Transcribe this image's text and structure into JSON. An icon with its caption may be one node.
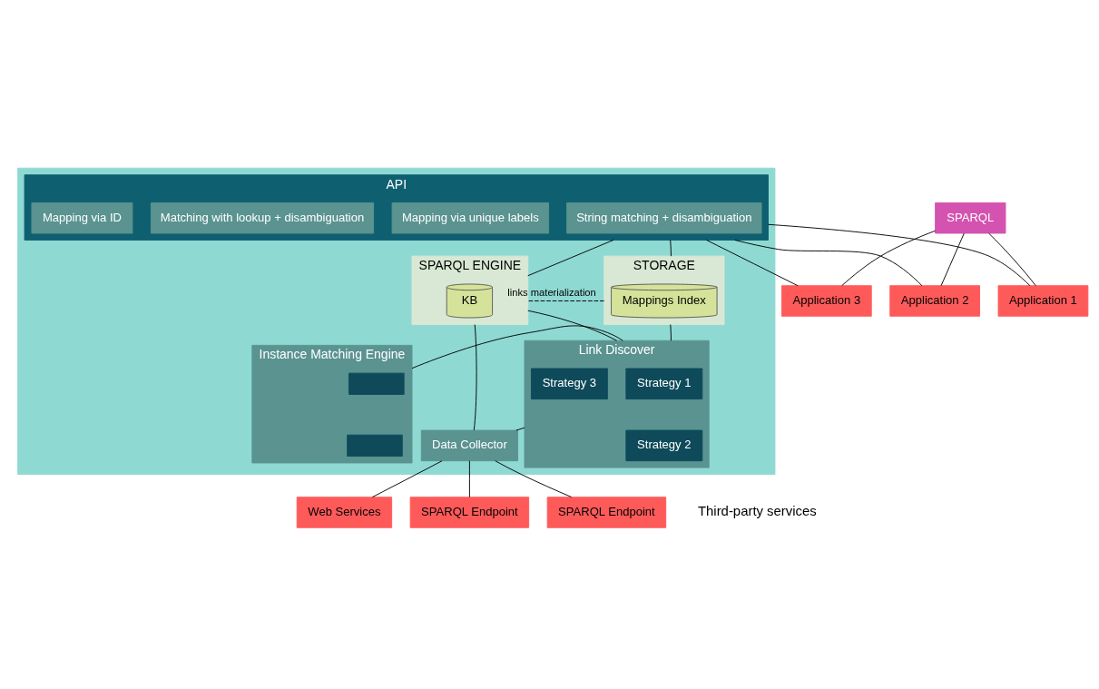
{
  "diagram": {
    "nodes": [
      {
        "text": [],
        "shape": "box"
      },
      {
        "text": [
          "API"
        ],
        "in": 0
      },
      {
        "text": [
          "String matching + disambiguation"
        ],
        "in": 1
      },
      {
        "text": [
          "Mapping via unique labels"
        ],
        "in": 1
      },
      {
        "text": [
          "Matching with lookup + disambiguation"
        ],
        "in": 1
      },
      {
        "text": [
          "Mapping via ID"
        ],
        "in": 1
      },
      {
        "text": [
          "STORAGE"
        ],
        "in": 0
      },
      {
        "text": [
          "Mappings Index"
        ],
        "in": 6
      },
      {
        "text": [
          "SPARQL ENGINE"
        ],
        "in": 0
      },
      {
        "text": [
          "KB"
        ],
        "in": 8
      },
      {
        "text": [
          "SPARQL"
        ]
      },
      {
        "text": [
          "Instance Matching Engine"
        ],
        "in": 0
      },
      {
        "text": [],
        "shape": "box",
        "in": 11
      },
      {
        "text": [],
        "shape": "box",
        "in": 11
      },
      {
        "text": [
          "Link Discover"
        ],
        "in": 0
      },
      {
        "text": [
          "Strategy 1"
        ],
        "in": 14
      },
      {
        "text": [
          "Strategy 3"
        ],
        "in": 14
      },
      {
        "text": [
          "Strategy 2"
        ],
        "in": 14
      },
      {
        "text": [
          "Data Collector"
        ],
        "in": 0
      },
      {
        "text": [
          "Application 1"
        ]
      },
      {
        "text": [
          "Application 2"
        ]
      },
      {
        "text": [
          "Application 3"
        ]
      },
      {
        "text": [
          "Web Services"
        ]
      },
      {
        "text": [
          "SPARQL Endpoint"
        ]
      },
      {
        "text": [
          "SPARQL Endpoint"
        ]
      }
    ],
    "edges": [
      {
        "from": 1,
        "to": 6,
        "arrow": "none"
      },
      {
        "from": 1,
        "to": 8,
        "arrow": "none"
      },
      {
        "from": 6,
        "to": 8,
        "arrow": "none",
        "label": "links materialization",
        "style": "dashed"
      },
      {
        "from": 6,
        "to": 14,
        "arrow": "none"
      },
      {
        "from": 8,
        "to": 14,
        "arrow": "none"
      },
      {
        "from": 11,
        "to": 14,
        "arrow": "none"
      },
      {
        "from": 14,
        "to": 18,
        "arrow": "none"
      },
      {
        "from": 8,
        "to": 18,
        "arrow": "none"
      },
      {
        "from": 1,
        "to": 19,
        "arrow": "none"
      },
      {
        "from": 1,
        "to": 20,
        "arrow": "none"
      },
      {
        "from": 1,
        "to": 21,
        "arrow": "none"
      },
      {
        "from": 10,
        "to": 19,
        "arrow": "none"
      },
      {
        "from": 10,
        "to": 20,
        "arrow": "none"
      },
      {
        "from": 10,
        "to": 21,
        "arrow": "none"
      },
      {
        "from": 18,
        "to": 22,
        "arrow": "none"
      },
      {
        "from": 18,
        "to": 23,
        "arrow": "none"
      },
      {
        "from": 18,
        "to": 24,
        "arrow": "none"
      }
    ],
    "labels": [
      "Third-party services"
    ]
  }
}
